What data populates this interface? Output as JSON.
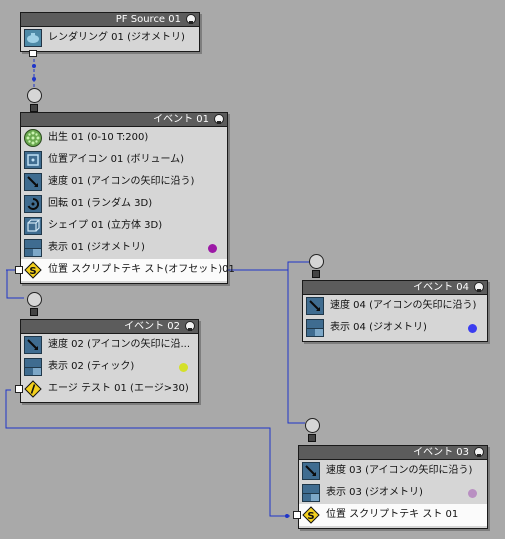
{
  "nodes": {
    "pf_source": {
      "title": "PF Source 01",
      "rows": [
        {
          "label": "レンダリング 01 (ジオメトリ)",
          "icon": "render-teapot-icon"
        }
      ]
    },
    "event01": {
      "title": "イベント 01",
      "rows": [
        {
          "label": "出生 01 (0-10 T:200)",
          "icon": "birth-icon"
        },
        {
          "label": "位置アイコン 01 (ボリューム)",
          "icon": "position-icon"
        },
        {
          "label": "速度 01 (アイコンの矢印に沿う)",
          "icon": "speed-icon"
        },
        {
          "label": "回転 01 (ランダム 3D)",
          "icon": "rotation-icon"
        },
        {
          "label": "シェイプ 01 (立方体 3D)",
          "icon": "shape-icon"
        },
        {
          "label": "表示 01 (ジオメトリ)",
          "icon": "display-icon",
          "dot": "#9c19a6"
        },
        {
          "label": "位置 スクリプトテキ スト(オフセット)01",
          "icon": "script-icon"
        }
      ]
    },
    "event02": {
      "title": "イベント 02",
      "rows": [
        {
          "label": "速度 02 (アイコンの矢印に沿...",
          "icon": "speed-icon"
        },
        {
          "label": "表示 02 (ティック)",
          "icon": "display-icon",
          "dot": "#d4e02a"
        },
        {
          "label": "エージ テスト 01 (エージ>30)",
          "icon": "age-test-icon"
        }
      ]
    },
    "event04": {
      "title": "イベント 04",
      "rows": [
        {
          "label": "速度 04 (アイコンの矢印に沿う)",
          "icon": "speed-icon"
        },
        {
          "label": "表示 04 (ジオメトリ)",
          "icon": "display-icon",
          "dot": "#3b3df0"
        }
      ]
    },
    "event03": {
      "title": "イベント 03",
      "rows": [
        {
          "label": "速度 03 (アイコンの矢印に沿う)",
          "icon": "speed-icon"
        },
        {
          "label": "表示 03 (ジオメトリ)",
          "icon": "display-icon",
          "dot": "#b98fc2"
        },
        {
          "label": "位置 スクリプトテキ スト 01",
          "icon": "script-icon"
        }
      ]
    }
  },
  "colors": {
    "wire": "#1f35c9",
    "header": "#5c5c5c",
    "panel": "#d6d6d6",
    "canvas": "#a9a9a9"
  }
}
